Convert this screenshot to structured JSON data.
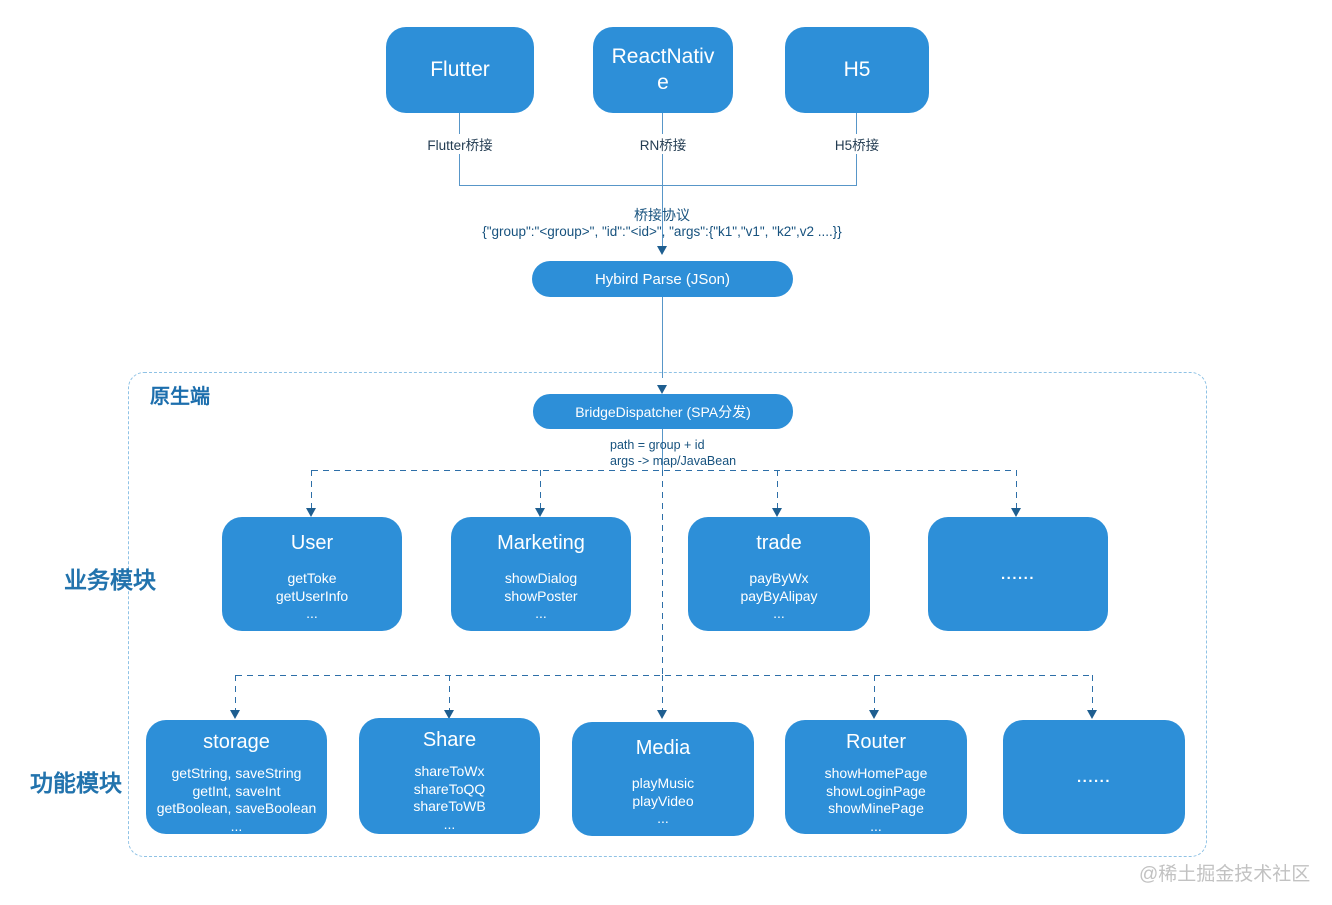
{
  "platforms": [
    {
      "label": "Flutter",
      "bridge_label": "Flutter桥接"
    },
    {
      "label": "ReactNative",
      "bridge_label": "RN桥接"
    },
    {
      "label": "H5",
      "bridge_label": "H5桥接"
    }
  ],
  "protocol": {
    "title": "桥接协议",
    "format": "{\"group\":\"<group>\", \"id\":\"<id>\", \"args\":{\"k1\",\"v1\", \"k2\",v2 ....}}"
  },
  "parser": {
    "label": "Hybird Parse (JSon)"
  },
  "native": {
    "container_label": "原生端",
    "dispatcher_label": "BridgeDispatcher (SPA分发)",
    "dispatch_note": "path = group + id\nargs -> map/JavaBean",
    "business_section_label": "业务模块",
    "business_modules": [
      {
        "title": "User",
        "methods": [
          "getToke",
          "getUserInfo",
          "..."
        ]
      },
      {
        "title": "Marketing",
        "methods": [
          "showDialog",
          "showPoster",
          "..."
        ]
      },
      {
        "title": "trade",
        "methods": [
          "payByWx",
          "payByAlipay",
          "..."
        ]
      },
      {
        "title": "",
        "methods": [
          "......"
        ]
      }
    ],
    "function_section_label": "功能模块",
    "function_modules": [
      {
        "title": "storage",
        "methods": [
          "getString, saveString",
          "getInt, saveInt",
          "getBoolean, saveBoolean",
          "..."
        ]
      },
      {
        "title": "Share",
        "methods": [
          "shareToWx",
          "shareToQQ",
          "shareToWB",
          "..."
        ]
      },
      {
        "title": "Media",
        "methods": [
          "playMusic",
          "playVideo",
          "..."
        ]
      },
      {
        "title": "Router",
        "methods": [
          "showHomePage",
          "showLoginPage",
          "showMinePage",
          "..."
        ]
      },
      {
        "title": "",
        "methods": [
          "......"
        ]
      }
    ]
  },
  "watermark": "@稀土掘金技术社区",
  "colors": {
    "node_fill": "#2D8FD8",
    "node_text": "#FFFFFF",
    "solid_line": "#5896C8",
    "dashed_line": "#2D6FA8",
    "container_border": "#8FC2E5",
    "arrowhead": "#1E5E90",
    "label_text": "#233C52",
    "protocol_text": "#17527E",
    "section_label_text": "#2273AD",
    "watermark_text": "#C2C2C2"
  }
}
